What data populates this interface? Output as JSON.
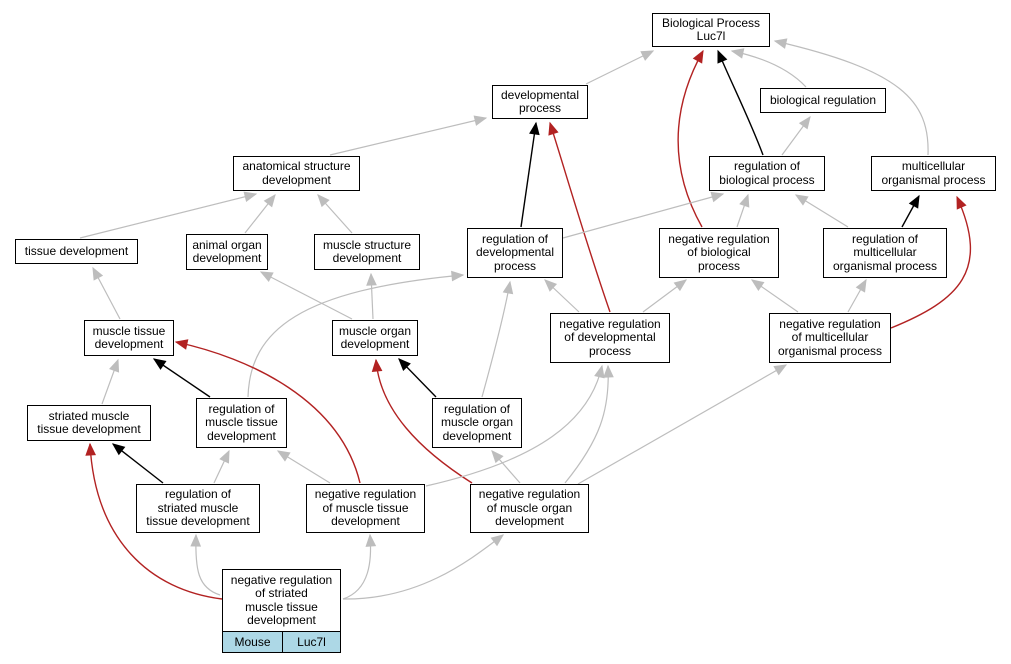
{
  "colors": {
    "is_a": "#bdbdbd",
    "part_of": "#000000",
    "negatively_regulates": "#b22222",
    "tag_fill": "#add8e6"
  },
  "nodes": {
    "bp": "Biological Process\nLuc7l",
    "dev": "developmental\nprocess",
    "biolreg": "biological regulation",
    "anat": "anatomical structure\ndevelopment",
    "regbio": "regulation of\nbiological process",
    "multi": "multicellular\norganismal process",
    "tissue": "tissue development",
    "animal": "animal organ\ndevelopment",
    "musstr": "muscle structure\ndevelopment",
    "regdev": "regulation of\ndevelopmental\nprocess",
    "negbio": "negative regulation\nof biological\nprocess",
    "regmulti": "regulation of\nmulticellular\norganismal process",
    "mtd": "muscle tissue\ndevelopment",
    "mod": "muscle organ\ndevelopment",
    "negdev": "negative regulation\nof developmental\nprocess",
    "negmulti": "negative regulation\nof multicellular\norganismal process",
    "smtd": "striated muscle\ntissue development",
    "regmtd": "regulation of\nmuscle tissue\ndevelopment",
    "regmod": "regulation of\nmuscle organ\ndevelopment",
    "regsmtd": "regulation of\nstriated muscle\ntissue development",
    "negmtd": "negative regulation\nof muscle tissue\ndevelopment",
    "negmod": "negative regulation\nof muscle organ\ndevelopment",
    "negsmtd": "negative regulation\nof striated\nmuscle tissue\ndevelopment"
  },
  "tags": {
    "species": "Mouse",
    "gene": "Luc7l"
  },
  "edges": [
    {
      "from": "dev",
      "to": "bp",
      "type": "is_a"
    },
    {
      "from": "biolreg",
      "to": "bp",
      "type": "is_a"
    },
    {
      "from": "regbio",
      "to": "bp",
      "type": "part_of"
    },
    {
      "from": "negbio",
      "to": "bp",
      "type": "negatively_regulates"
    },
    {
      "from": "multi",
      "to": "bp",
      "type": "is_a"
    },
    {
      "from": "anat",
      "to": "dev",
      "type": "is_a"
    },
    {
      "from": "regdev",
      "to": "dev",
      "type": "part_of"
    },
    {
      "from": "negdev",
      "to": "dev",
      "type": "negatively_regulates"
    },
    {
      "from": "regbio",
      "to": "biolreg",
      "type": "is_a"
    },
    {
      "from": "tissue",
      "to": "anat",
      "type": "is_a"
    },
    {
      "from": "animal",
      "to": "anat",
      "type": "is_a"
    },
    {
      "from": "musstr",
      "to": "anat",
      "type": "is_a"
    },
    {
      "from": "regdev",
      "to": "regbio",
      "type": "is_a"
    },
    {
      "from": "negbio",
      "to": "regbio",
      "type": "is_a"
    },
    {
      "from": "regmulti",
      "to": "regbio",
      "type": "is_a"
    },
    {
      "from": "regmulti",
      "to": "multi",
      "type": "part_of"
    },
    {
      "from": "negmulti",
      "to": "multi",
      "type": "negatively_regulates"
    },
    {
      "from": "mtd",
      "to": "tissue",
      "type": "is_a"
    },
    {
      "from": "mod",
      "to": "animal",
      "type": "is_a"
    },
    {
      "from": "mod",
      "to": "musstr",
      "type": "is_a"
    },
    {
      "from": "negdev",
      "to": "regdev",
      "type": "is_a"
    },
    {
      "from": "regmtd",
      "to": "regdev",
      "type": "is_a"
    },
    {
      "from": "regmod",
      "to": "regdev",
      "type": "is_a"
    },
    {
      "from": "negdev",
      "to": "negbio",
      "type": "is_a"
    },
    {
      "from": "negmulti",
      "to": "negbio",
      "type": "is_a"
    },
    {
      "from": "negmulti",
      "to": "regmulti",
      "type": "is_a"
    },
    {
      "from": "smtd",
      "to": "mtd",
      "type": "is_a"
    },
    {
      "from": "regmtd",
      "to": "mtd",
      "type": "part_of"
    },
    {
      "from": "negmtd",
      "to": "mtd",
      "type": "negatively_regulates"
    },
    {
      "from": "regmod",
      "to": "mod",
      "type": "part_of"
    },
    {
      "from": "negmod",
      "to": "mod",
      "type": "negatively_regulates"
    },
    {
      "from": "negmtd",
      "to": "negdev",
      "type": "is_a"
    },
    {
      "from": "negmod",
      "to": "negdev",
      "type": "is_a"
    },
    {
      "from": "negmod",
      "to": "negmulti",
      "type": "is_a"
    },
    {
      "from": "regsmtd",
      "to": "smtd",
      "type": "part_of"
    },
    {
      "from": "negsmtd",
      "to": "smtd",
      "type": "negatively_regulates"
    },
    {
      "from": "regsmtd",
      "to": "regmtd",
      "type": "is_a"
    },
    {
      "from": "negmtd",
      "to": "regmtd",
      "type": "is_a"
    },
    {
      "from": "negmod",
      "to": "regmod",
      "type": "is_a"
    },
    {
      "from": "negsmtd",
      "to": "regsmtd",
      "type": "is_a"
    },
    {
      "from": "negsmtd",
      "to": "negmtd",
      "type": "is_a"
    },
    {
      "from": "negsmtd",
      "to": "negmod",
      "type": "is_a"
    }
  ]
}
